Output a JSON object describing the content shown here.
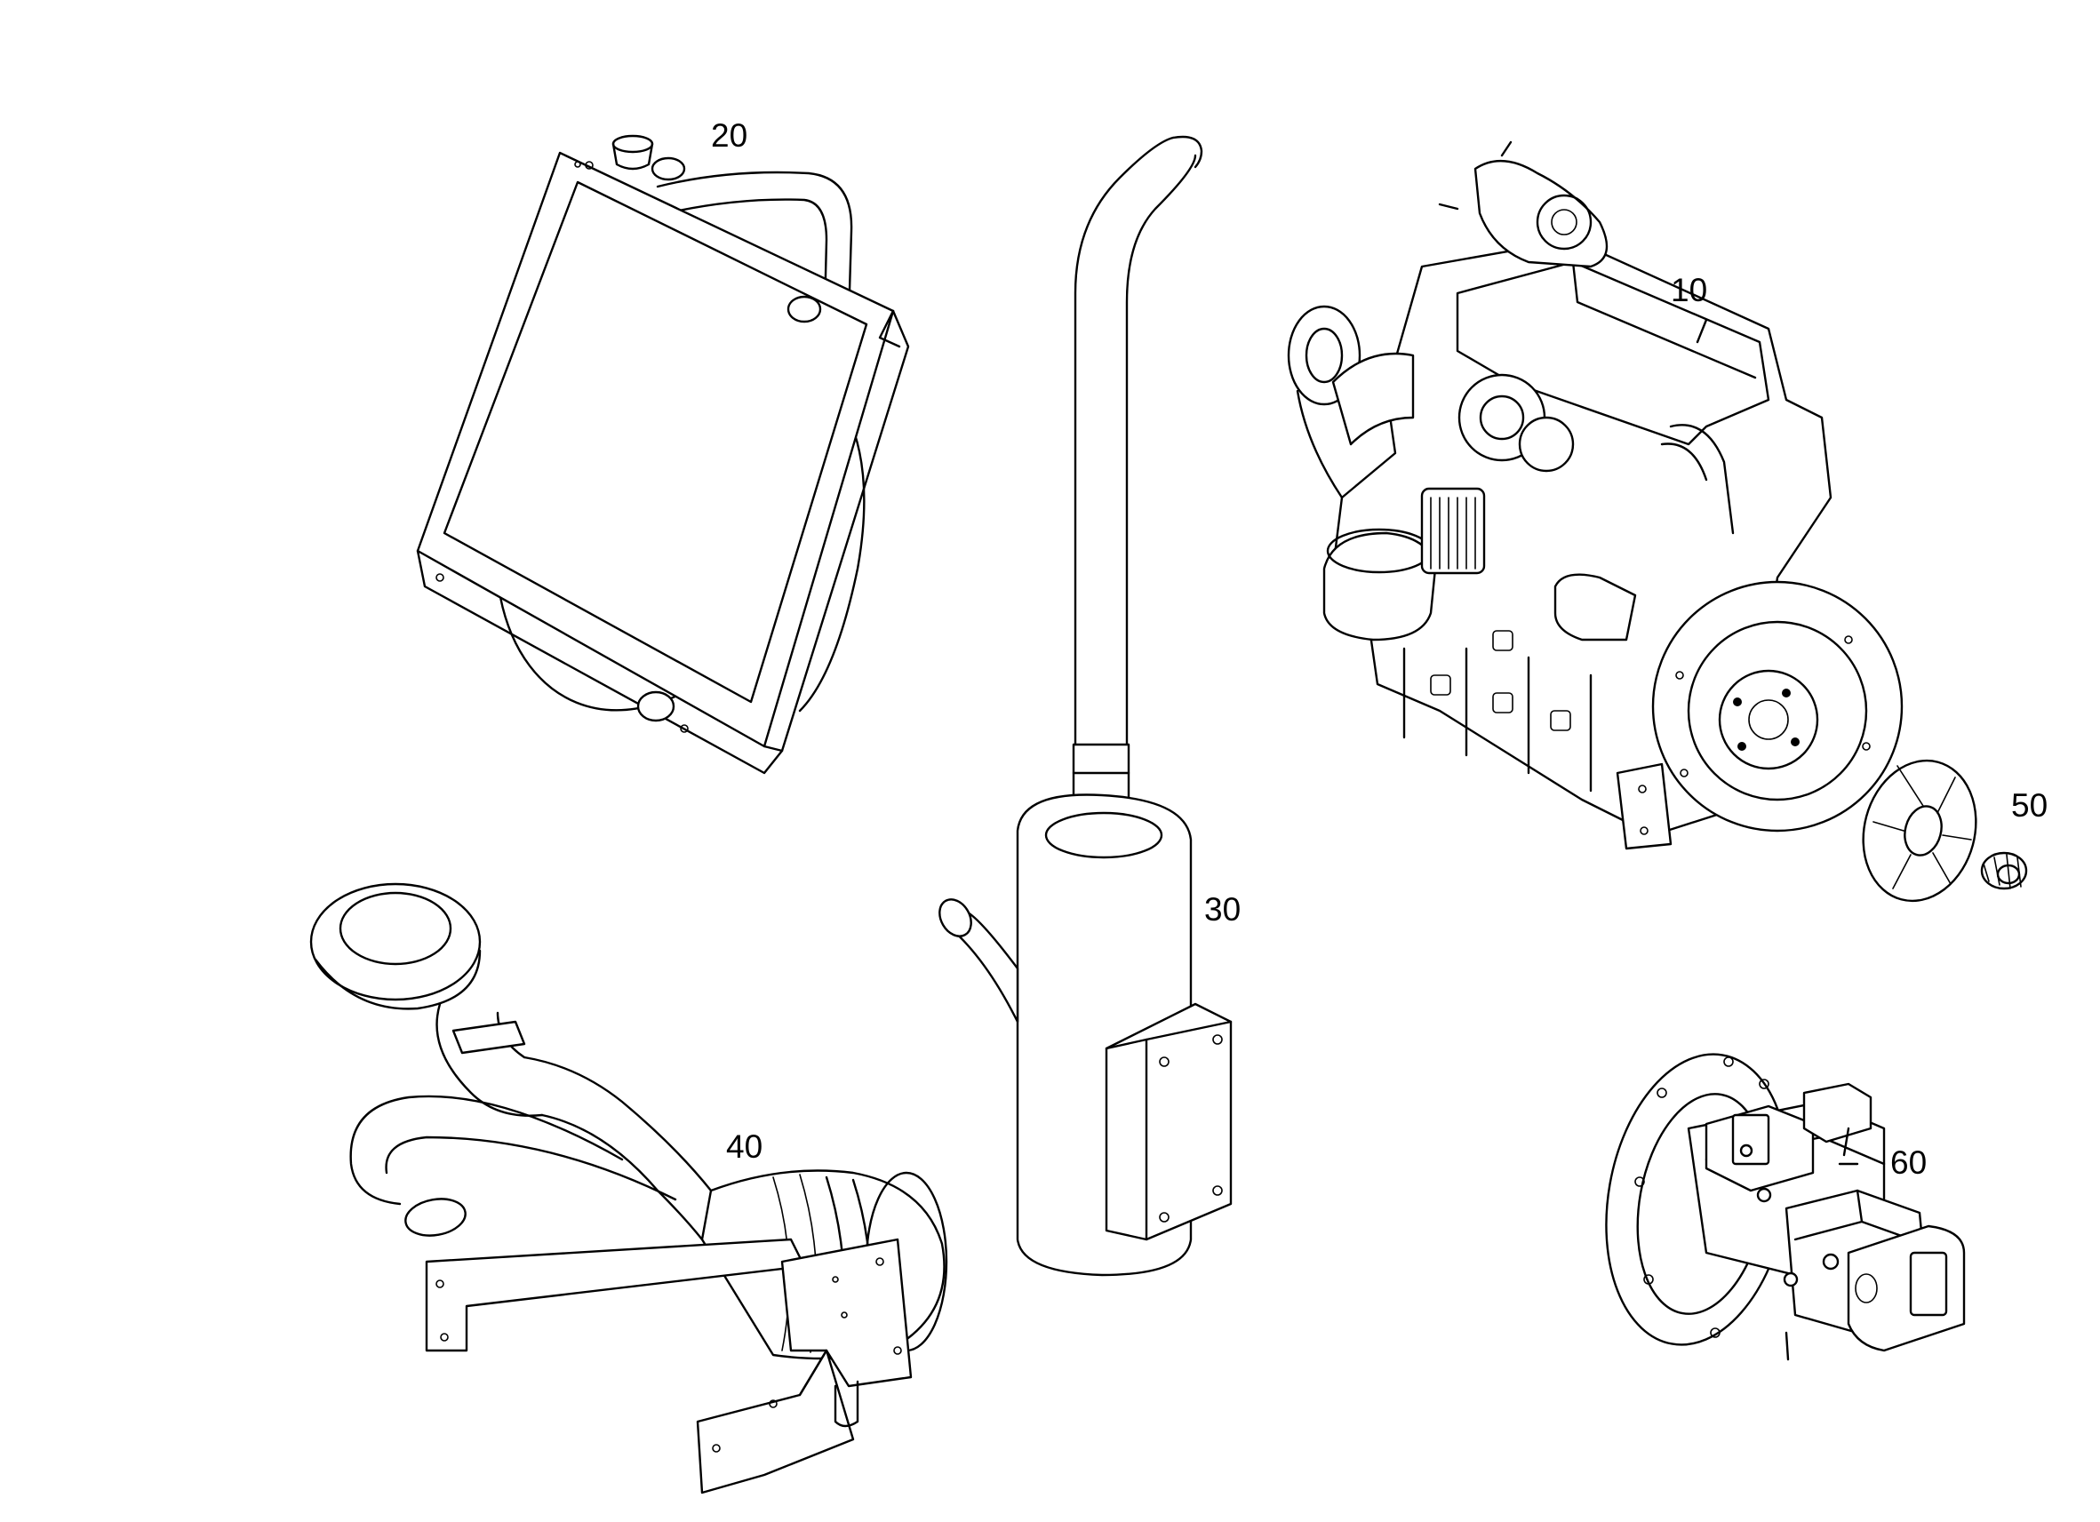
{
  "diagram": {
    "parts": [
      {
        "key": "engine",
        "callout": "10",
        "icon": "engine-icon"
      },
      {
        "key": "radiator",
        "callout": "20",
        "icon": "radiator-icon"
      },
      {
        "key": "muffler",
        "callout": "30",
        "icon": "muffler-icon"
      },
      {
        "key": "air_filter",
        "callout": "40",
        "icon": "air-filter-icon"
      },
      {
        "key": "coupling",
        "callout": "50",
        "icon": "coupling-icon"
      },
      {
        "key": "hydraulic_pump",
        "callout": "60",
        "icon": "hydraulic-pump-icon"
      }
    ]
  }
}
